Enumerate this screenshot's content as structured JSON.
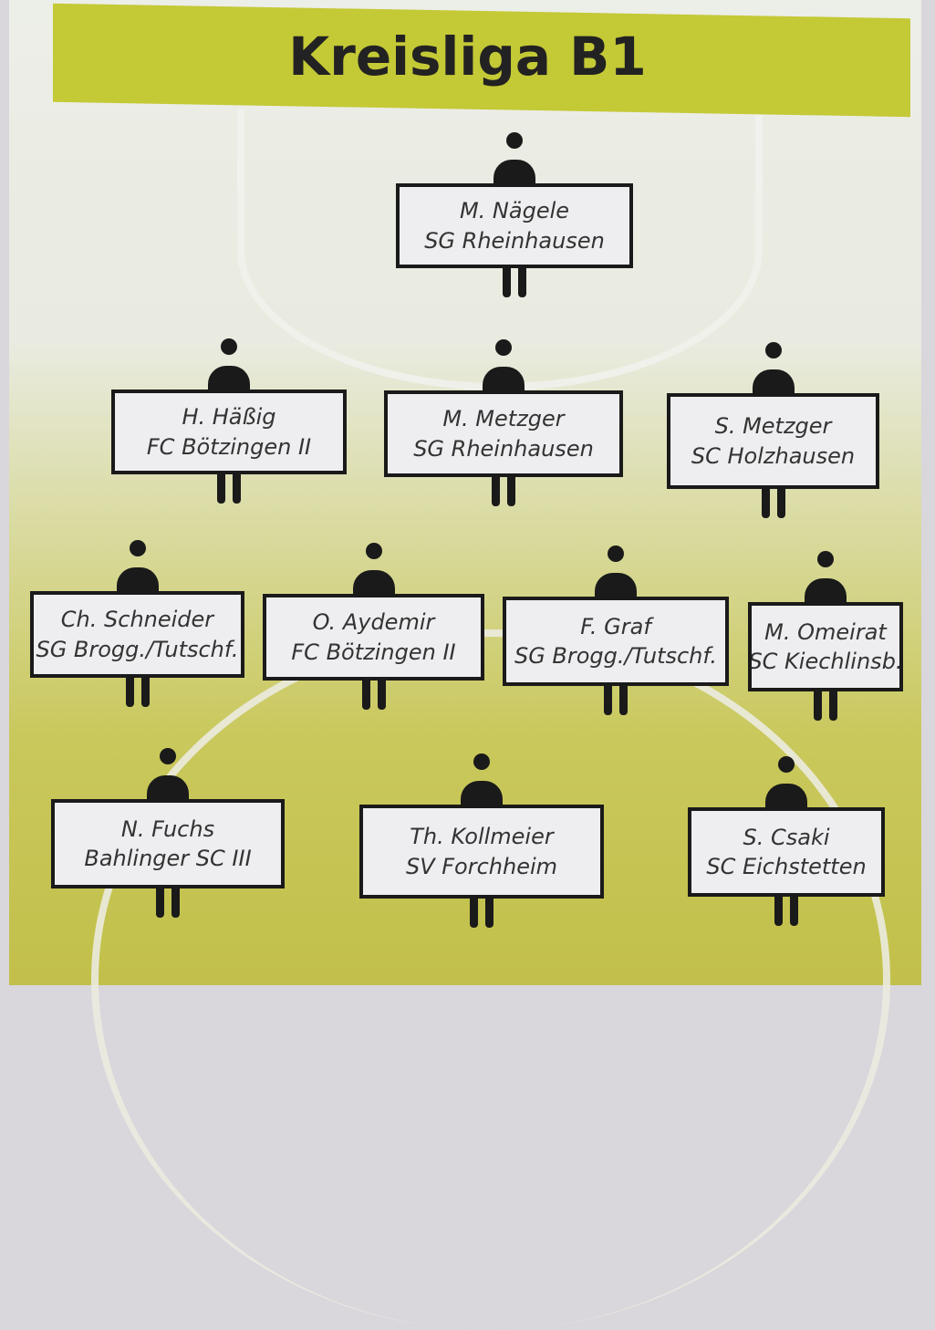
{
  "title": "Kreisliga B1",
  "players": [
    {
      "name": "M. Nägele",
      "club": "SG Rheinhausen"
    },
    {
      "name": "H. Häßig",
      "club": "FC Bötzingen II"
    },
    {
      "name": "M. Metzger",
      "club": "SG Rheinhausen"
    },
    {
      "name": "S. Metzger",
      "club": "SC Holzhausen"
    },
    {
      "name": "Ch. Schneider",
      "club": "SG Brogg./Tutschf."
    },
    {
      "name": "O. Aydemir",
      "club": "FC Bötzingen II"
    },
    {
      "name": "F. Graf",
      "club": "SG Brogg./Tutschf."
    },
    {
      "name": "M. Omeirat",
      "club": "SC Kiechlinsb."
    },
    {
      "name": "N. Fuchs",
      "club": "Bahlinger SC III"
    },
    {
      "name": "Th. Kollmeier",
      "club": "SV Forchheim"
    },
    {
      "name": "S. Csaki",
      "club": "SC Eichstetten"
    }
  ]
}
